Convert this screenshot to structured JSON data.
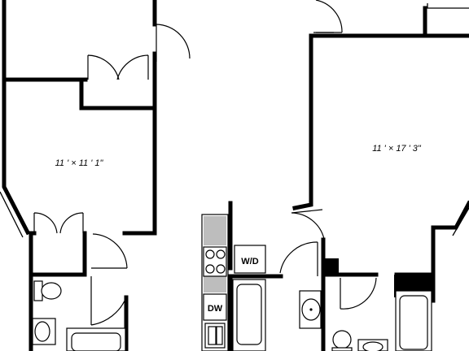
{
  "rooms": [
    {
      "id": "bedroom-left",
      "dimension": "11 ' × 11 ' 1\""
    },
    {
      "id": "bedroom-right",
      "dimension": "11 ' × 17 ' 3\""
    }
  ],
  "appliances": {
    "washer_dryer": "W/D",
    "dishwasher": "DW"
  }
}
